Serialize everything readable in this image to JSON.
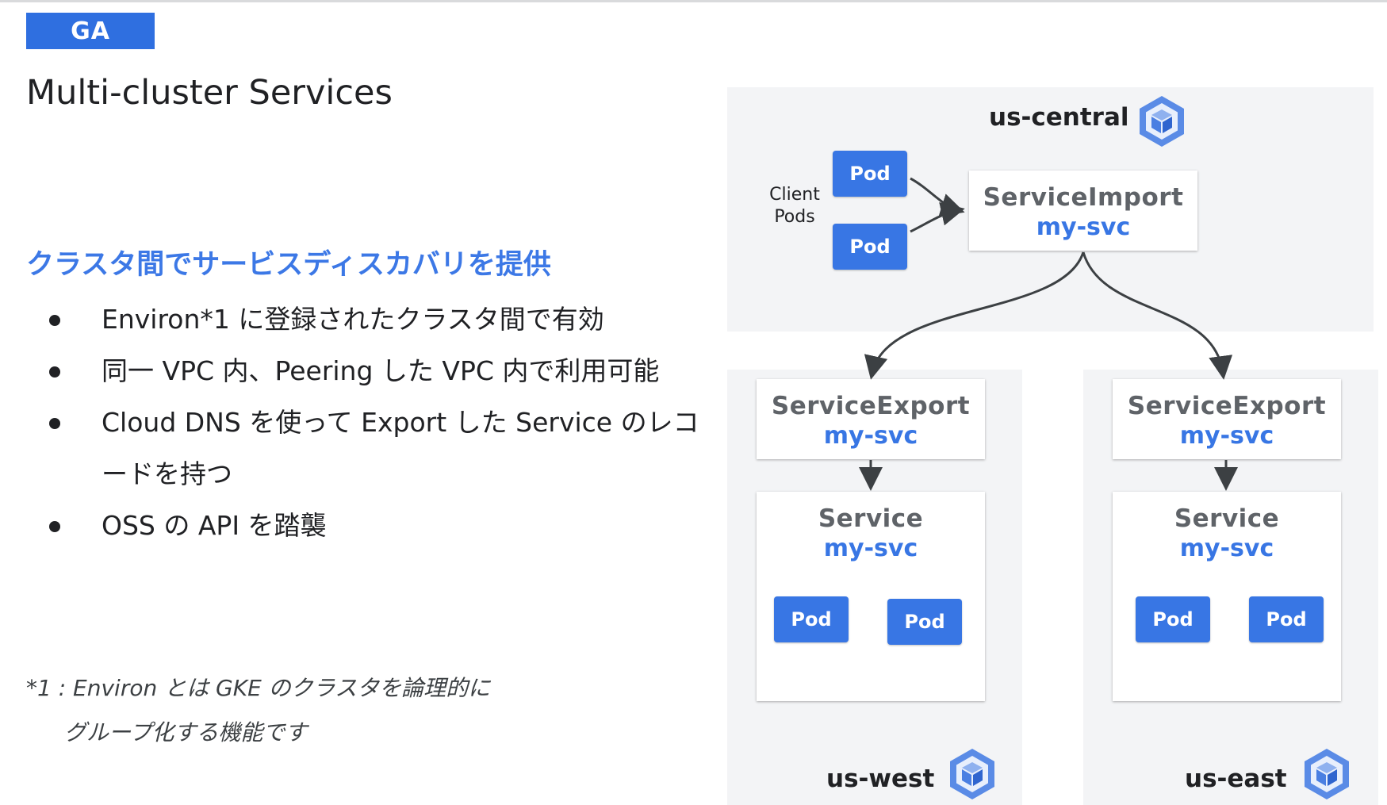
{
  "badge": "GA",
  "title": "Multi-cluster Services",
  "subtitle": "クラスタ間でサービスディスカバリを提供",
  "bullets": [
    "Environ*1 に登録されたクラスタ間で有効",
    "同一 VPC 内、Peering した VPC 内で利用可能",
    "Cloud DNS を使って Export した Service のレコードを持つ",
    "OSS の API を踏襲"
  ],
  "footnote": {
    "line1": "*1 : Environ とは GKE のクラスタを論理的に",
    "line2": "グループ化する機能です"
  },
  "diagram": {
    "regions": {
      "central": "us-central",
      "west": "us-west",
      "east": "us-east"
    },
    "client_pods_label": [
      "Client",
      "Pods"
    ],
    "pod_label": "Pod",
    "service_import": {
      "kind": "ServiceImport",
      "name": "my-svc"
    },
    "west": {
      "export": {
        "kind": "ServiceExport",
        "name": "my-svc"
      },
      "service": {
        "kind": "Service",
        "name": "my-svc"
      }
    },
    "east": {
      "export": {
        "kind": "ServiceExport",
        "name": "my-svc"
      },
      "service": {
        "kind": "Service",
        "name": "my-svc"
      }
    },
    "icon": "kubernetes-cluster-icon",
    "colors": {
      "accent": "#3876e4",
      "badge": "#2f6fe0",
      "subtitle": "#3c78e6",
      "region_bg": "#f3f4f6"
    }
  }
}
